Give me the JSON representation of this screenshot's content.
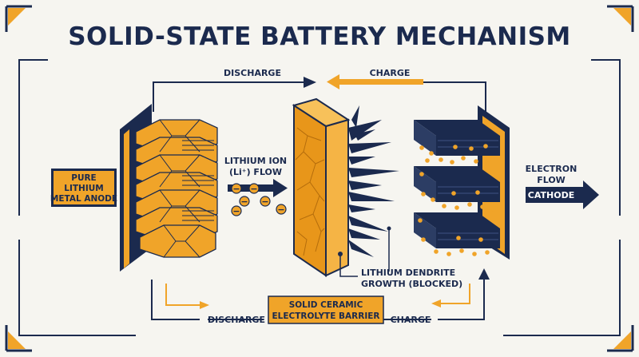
{
  "title": "SOLID-STATE BATTERY MECHANISM",
  "top_flow": {
    "discharge": "DISCHARGE",
    "charge": "CHARGE"
  },
  "anode": {
    "line1": "PURE",
    "line2": "LITHIUM",
    "line3": "METAL ANODE"
  },
  "ion_flow": {
    "line1": "LITHIUM ION",
    "line2": "(Li⁺) FLOW",
    "ion_symbol": "−"
  },
  "electron_flow": {
    "line1": "ELECTRON",
    "line2": "FLOW"
  },
  "cathode": {
    "label": "CATHODE"
  },
  "dendrite": {
    "line1": "LITHIUM DENDRITE",
    "line2": "GROWTH (BLOCKED)"
  },
  "electrolyte": {
    "line1": "SOLID CERAMIC",
    "line2": "ELECTROLYTE BARRIER"
  },
  "bottom_flow": {
    "discharge": "DISCHARGE",
    "charge": "CHARGE"
  },
  "colors": {
    "navy": "#1b2a4e",
    "orange": "#f0a429",
    "background": "#f6f5f0"
  }
}
